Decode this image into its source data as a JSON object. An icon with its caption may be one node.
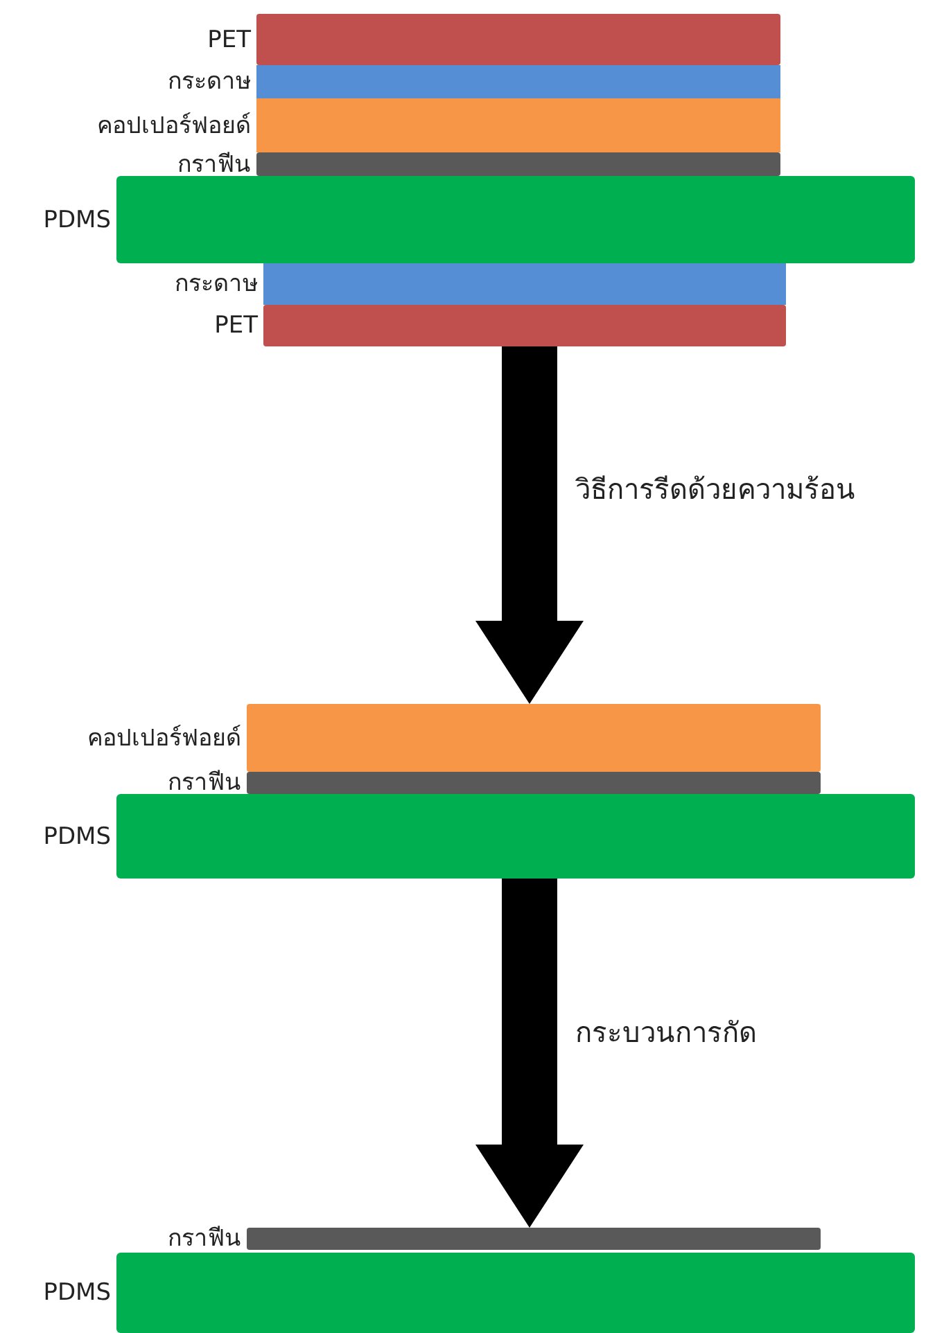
{
  "diagram": {
    "nodes": [
      {
        "text": [],
        "shape": "bar",
        "beside": [
          "PET"
        ]
      },
      {
        "text": [],
        "shape": "bar",
        "beside": [
          "กระดาษ"
        ]
      },
      {
        "text": [],
        "shape": "bar",
        "beside": [
          "คอปเปอร์ฟอยด์"
        ]
      },
      {
        "text": [],
        "shape": "bar",
        "beside": [
          "กราฟีน"
        ]
      },
      {
        "text": [],
        "shape": "bar",
        "beside": [
          "PDMS"
        ]
      },
      {
        "text": [],
        "shape": "bar",
        "beside": [
          "กระดาษ"
        ]
      },
      {
        "text": [],
        "shape": "bar",
        "beside": [
          "PET"
        ]
      },
      {
        "text": [],
        "shape": "bar",
        "beside": [
          "คอปเปอร์ฟอยด์"
        ]
      },
      {
        "text": [],
        "shape": "bar",
        "beside": [
          "กราฟีน"
        ]
      },
      {
        "text": [],
        "shape": "bar",
        "beside": [
          "PDMS"
        ]
      },
      {
        "text": [],
        "shape": "bar",
        "beside": [
          "กราฟีน"
        ]
      },
      {
        "text": [],
        "shape": "bar",
        "beside": [
          "PDMS"
        ]
      }
    ],
    "edges": [
      {
        "from": 6,
        "to": 7,
        "arrow": "to",
        "style": "thick",
        "label": "วิธีการรีดด้วยความร้อน"
      },
      {
        "from": 9,
        "to": 10,
        "arrow": "to",
        "style": "thick",
        "label": "กระบวนการกัด"
      }
    ]
  }
}
